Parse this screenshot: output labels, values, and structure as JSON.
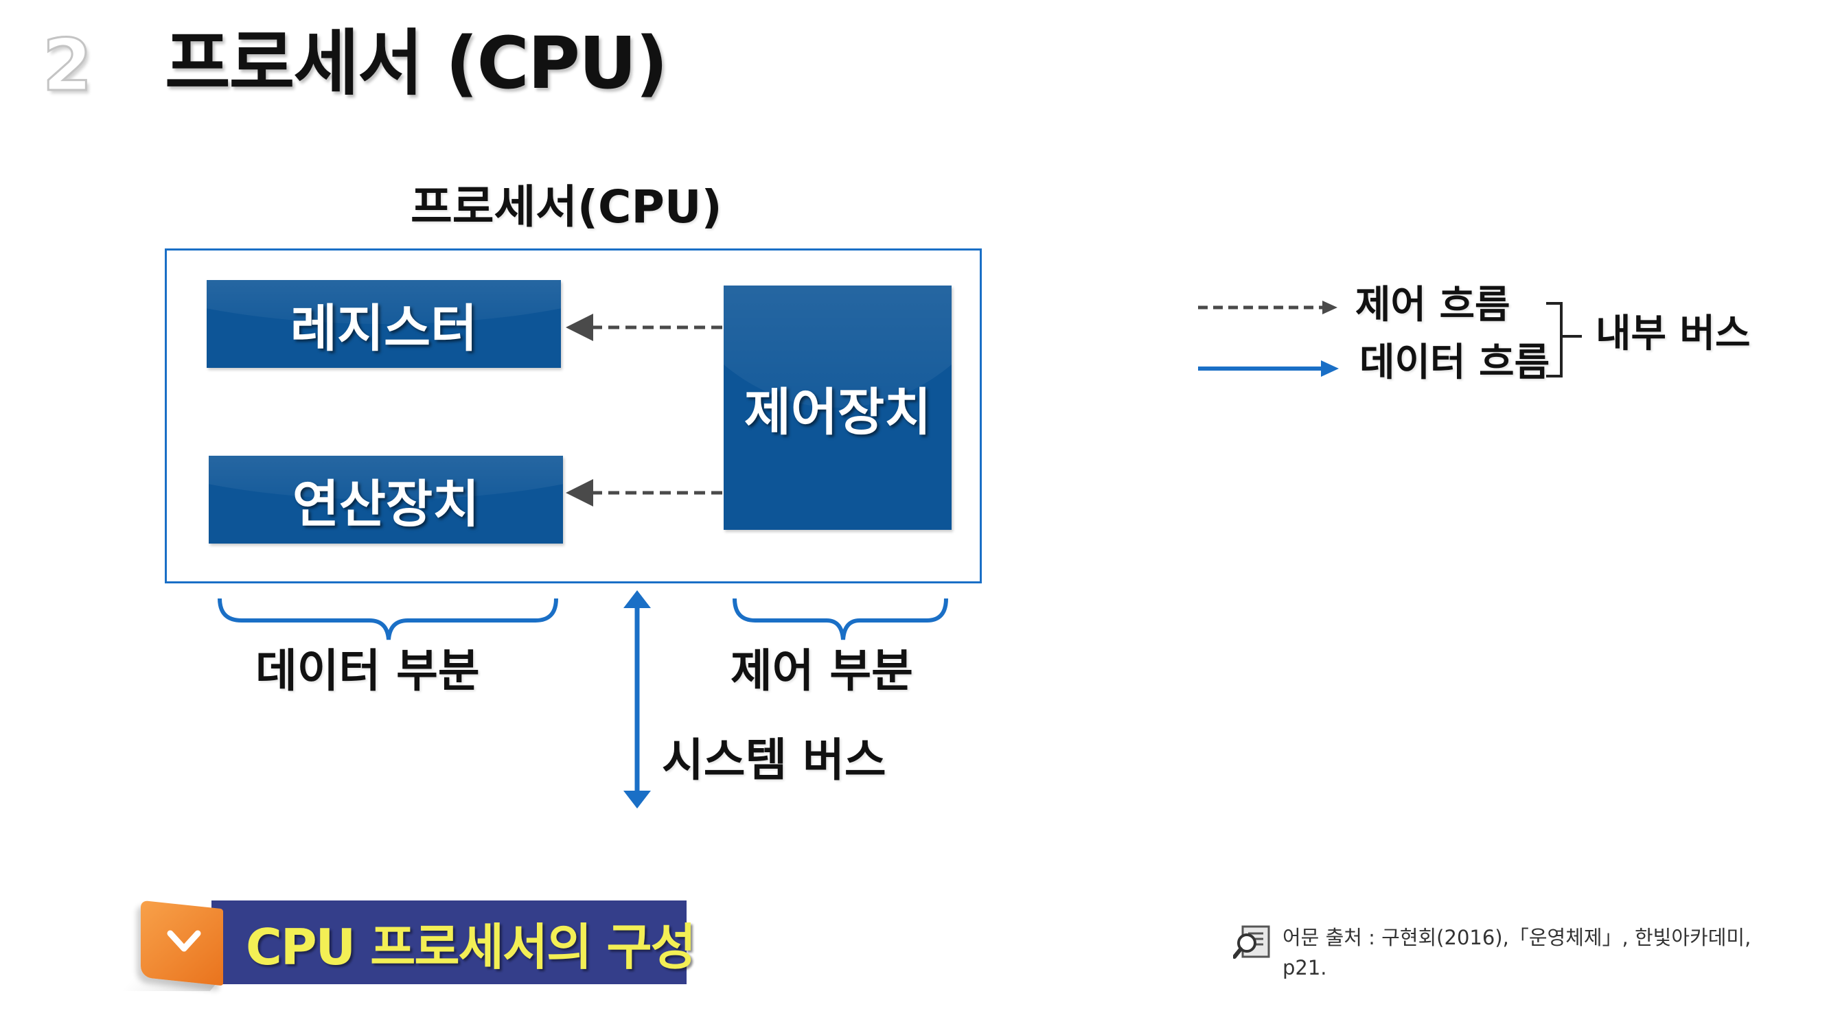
{
  "slide": {
    "number": "2",
    "title": "프로세서 (CPU)"
  },
  "diagram": {
    "cpu_label": "프로세서(CPU)",
    "register_label": "레지스터",
    "alu_label": "연산장치",
    "control_unit_label": "제어장치",
    "data_part_label": "데이터 부분",
    "control_part_label": "제어 부분",
    "system_bus_label": "시스템 버스",
    "colors": {
      "unit_fill": "#0d5597",
      "frame_border": "#1a6fc6",
      "data_arrow": "#1a6fc6",
      "control_arrow": "#4a4a4a"
    }
  },
  "legend": {
    "control_flow_label": "제어 흐름",
    "data_flow_label": "데이터 흐름",
    "internal_bus_label": "내부 버스"
  },
  "banner": {
    "text": "CPU 프로세서의 구성",
    "icon": "check-icon",
    "colors": {
      "background": "#343e8a",
      "text": "#f3ef55",
      "badge": "#ef8a2e"
    }
  },
  "source": {
    "icon": "search-document-icon",
    "line1": "어문 출처 : 구현회(2016),「운영체제」, 한빛아카데미,",
    "line2": "p21."
  }
}
